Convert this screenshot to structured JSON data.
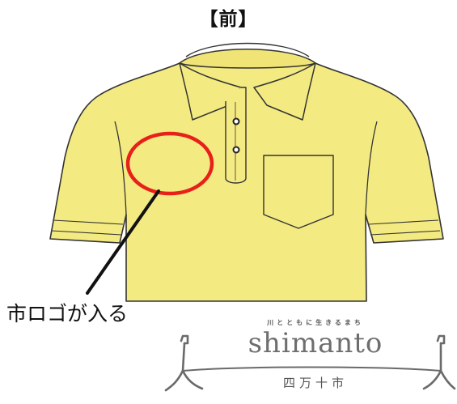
{
  "header": {
    "title": "【前】"
  },
  "shirt": {
    "body_color": "#f4ea82",
    "outline_color": "#333333",
    "marker_color": "#e8201a"
  },
  "callout": {
    "label": "市ロゴが入る"
  },
  "logo": {
    "tagline": "川とともに生きるまち",
    "wordmark": "shimanto",
    "city_name": "四万十市",
    "color": "#6e6e6e"
  },
  "icons": [
    "polo-shirt-illustration",
    "logo-position-circle",
    "callout-pointer-line",
    "logo-figure-left",
    "logo-figure-right"
  ]
}
